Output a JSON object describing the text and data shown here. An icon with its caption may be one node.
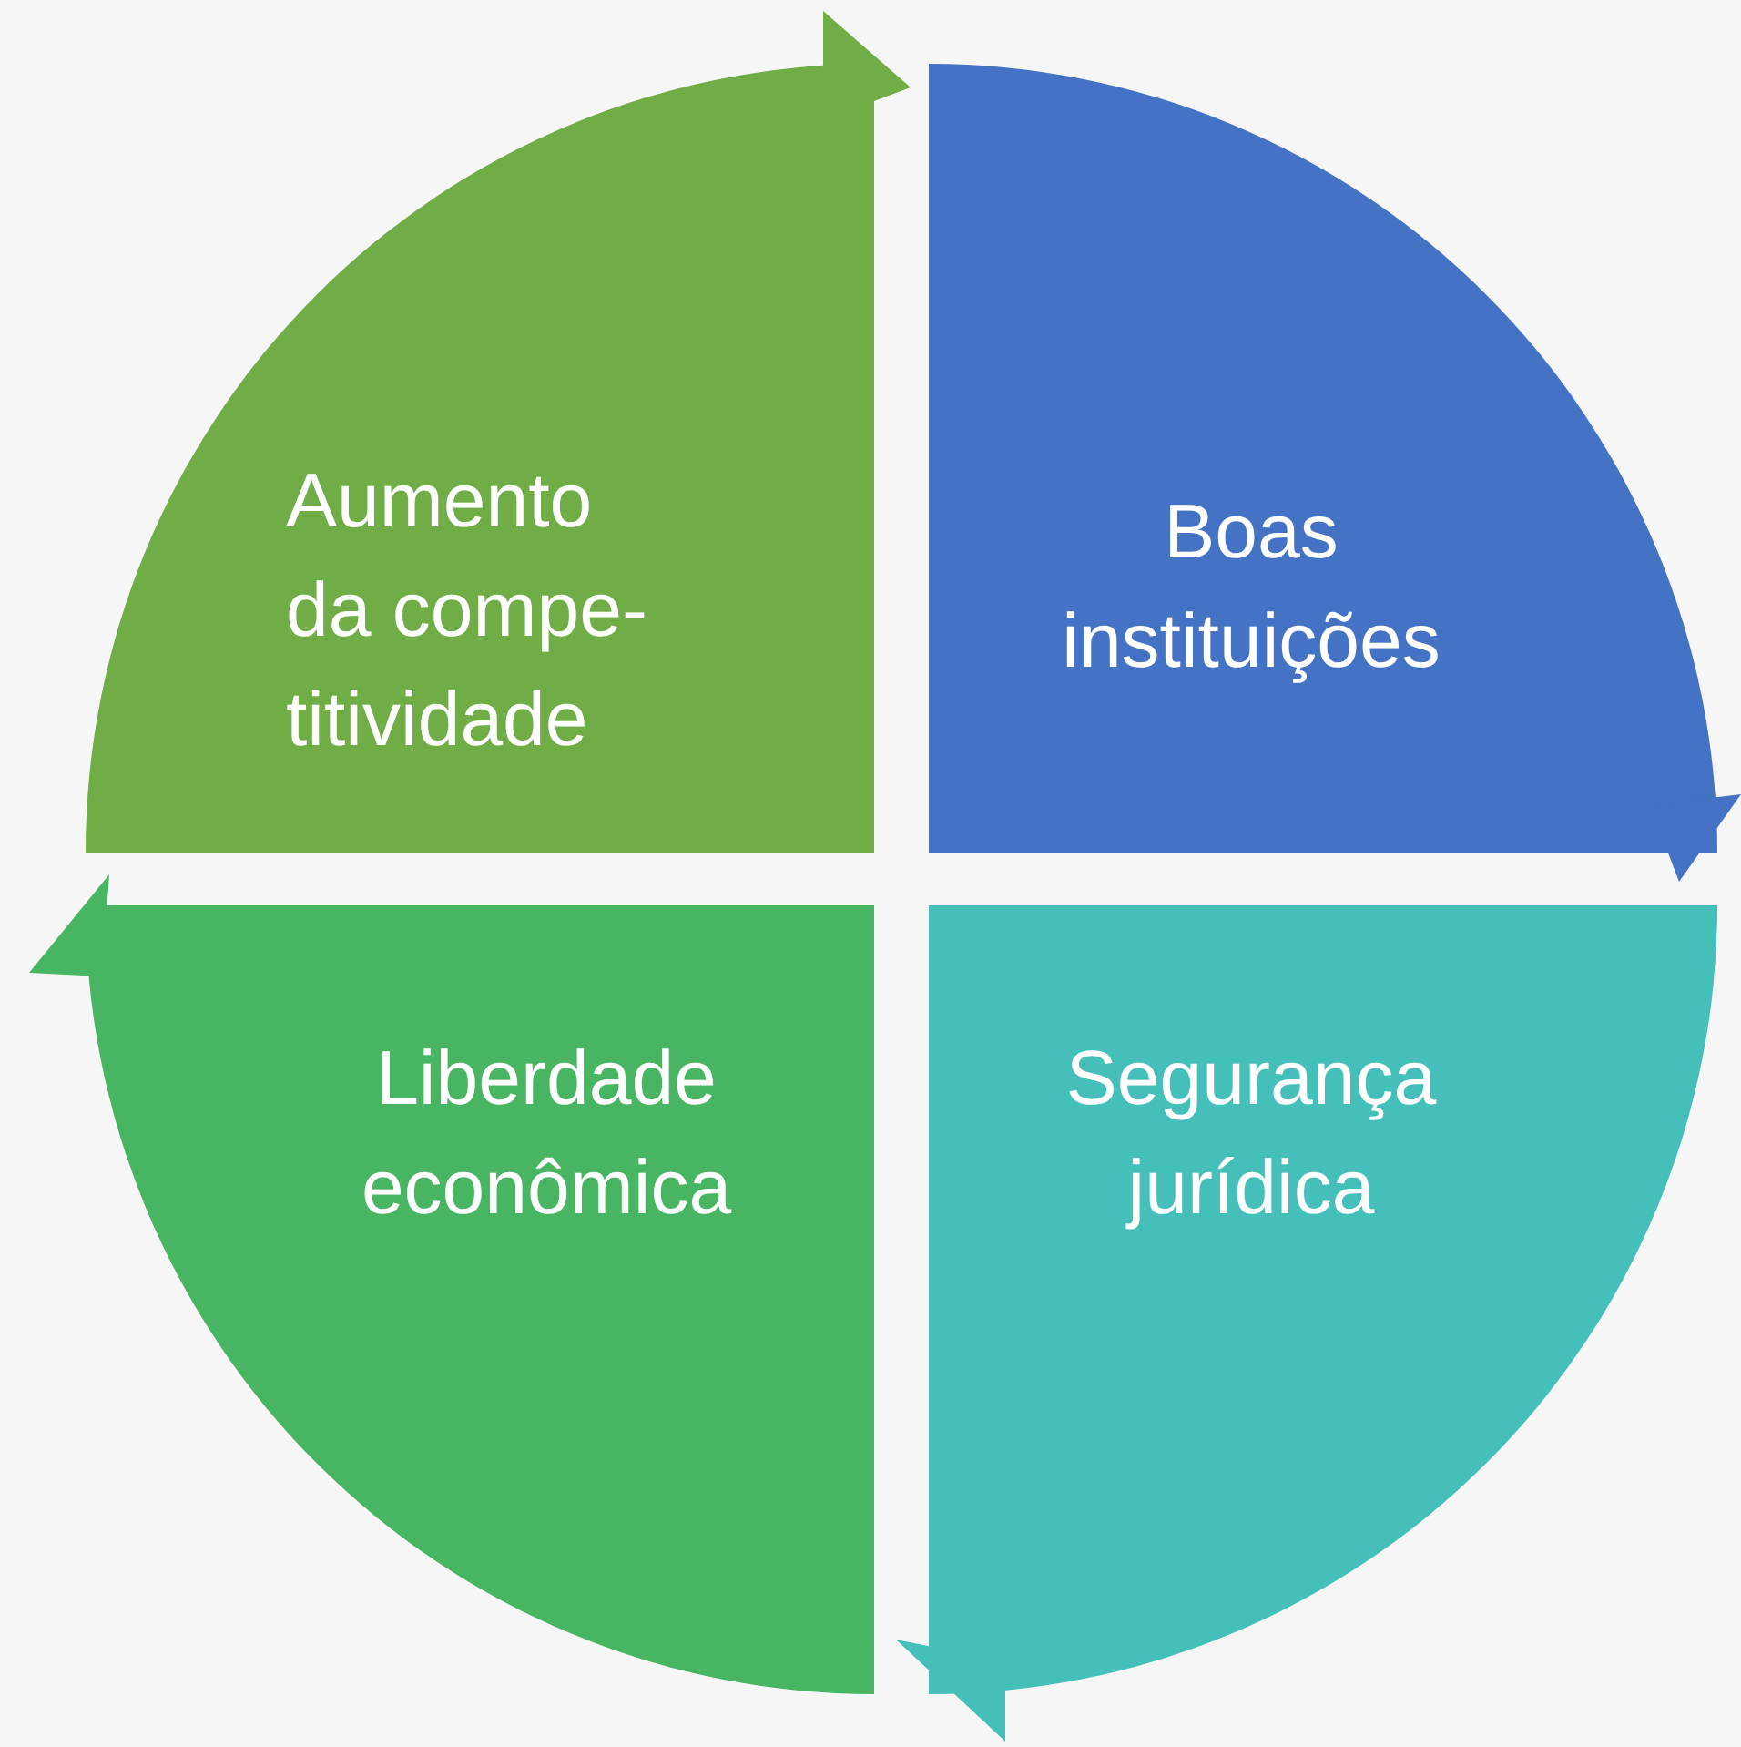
{
  "diagram": {
    "nodes": [
      {
        "text": [
          "Aumento da compe- titividade"
        ]
      },
      {
        "text": [
          "Boas instituições"
        ]
      },
      {
        "text": [
          "Segurança jurídica"
        ]
      },
      {
        "text": [
          "Liberdade econômica"
        ]
      }
    ],
    "edges": [
      {
        "from": 0,
        "to": 1,
        "arrow": "to"
      },
      {
        "from": 1,
        "to": 2,
        "arrow": "to"
      },
      {
        "from": 2,
        "to": 3,
        "arrow": "to"
      },
      {
        "from": 3,
        "to": 0,
        "arrow": "to"
      }
    ]
  }
}
